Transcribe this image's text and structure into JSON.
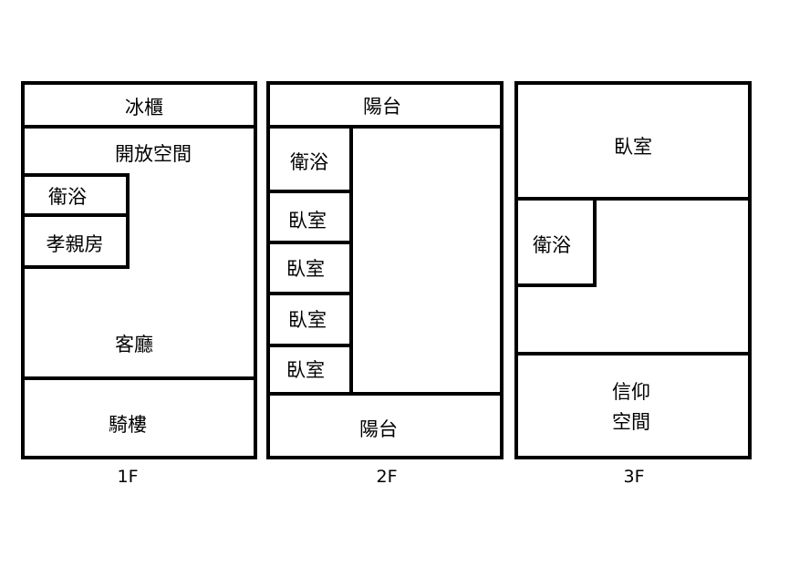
{
  "floors": [
    {
      "label": "1F",
      "rooms": {
        "fridge": "冰櫃",
        "open_space": "開放空間",
        "bathroom": "衛浴",
        "elder_room": "孝親房",
        "living_room": "客廳",
        "arcade": "騎樓"
      }
    },
    {
      "label": "2F",
      "rooms": {
        "balcony_top": "陽台",
        "bathroom": "衛浴",
        "bedroom_1": "臥室",
        "bedroom_2": "臥室",
        "bedroom_3": "臥室",
        "bedroom_4": "臥室",
        "balcony_bottom": "陽台"
      }
    },
    {
      "label": "3F",
      "rooms": {
        "bedroom": "臥室",
        "bathroom": "衛浴",
        "worship_line1": "信仰",
        "worship_line2": "空間"
      }
    }
  ]
}
